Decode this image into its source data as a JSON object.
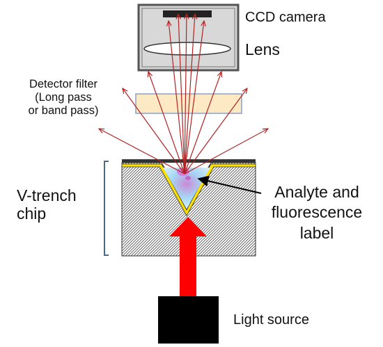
{
  "labels": {
    "camera": "CCD camera",
    "lens": "Lens",
    "filter_line1": "Detector filter",
    "filter_line2": "(Long pass",
    "filter_line3": "or band pass)",
    "chip_line1": "V-trench",
    "chip_line2": "chip",
    "analyte_line1": "Analyte and",
    "analyte_line2": "fluorescence",
    "analyte_line3": "label",
    "light": "Light source"
  },
  "colors": {
    "ray": "#b22222",
    "excitation_arrow": "#ff0000",
    "filter_fill": "#fde9c4",
    "gold_layer": "#ffe100",
    "camera_box": "#d3d3d3",
    "light_source": "#000000",
    "bracket": "#4a6a8a"
  },
  "icons": {
    "camera": "ccd-camera-icon",
    "lens": "lens-icon",
    "filter": "detector-filter-icon",
    "chip": "v-trench-chip-icon",
    "light": "light-source-icon"
  }
}
